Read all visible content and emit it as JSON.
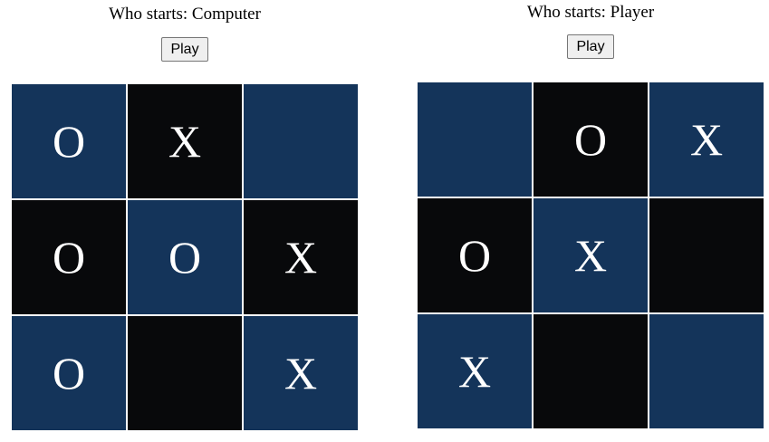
{
  "colors": {
    "blue_cell": "#14345a",
    "black_cell": "#08090b",
    "mark": "#ffffff"
  },
  "games": [
    {
      "starter_text": "Who starts: Computer",
      "play_label": "Play",
      "board": [
        [
          "O",
          "X",
          ""
        ],
        [
          "O",
          "O",
          "X"
        ],
        [
          "O",
          "",
          "X"
        ]
      ]
    },
    {
      "starter_text": "Who starts: Player",
      "play_label": "Play",
      "board": [
        [
          "",
          "O",
          "X"
        ],
        [
          "O",
          "X",
          ""
        ],
        [
          "X",
          "",
          ""
        ]
      ]
    }
  ]
}
